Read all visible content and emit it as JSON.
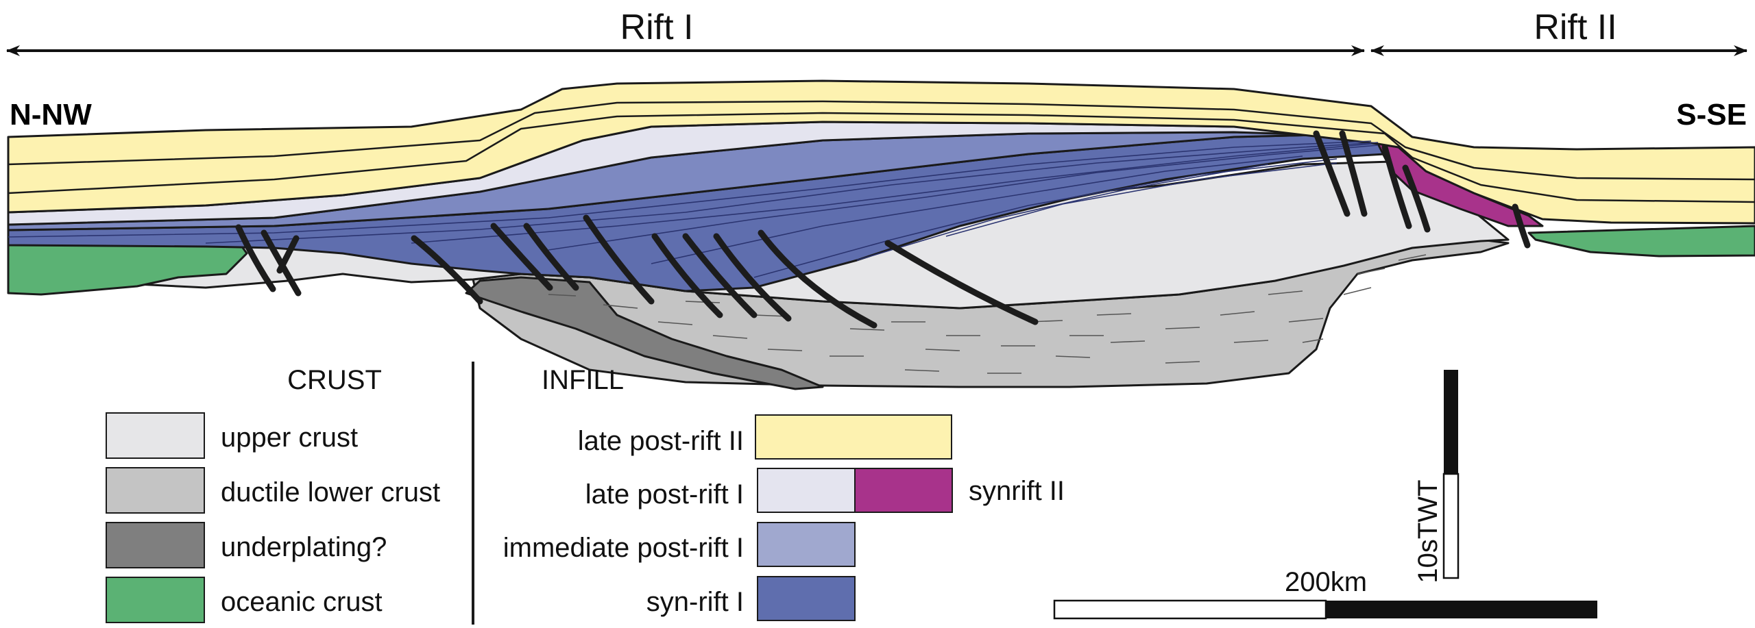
{
  "section": {
    "rift_one_label": "Rift I",
    "rift_two_label": "Rift II",
    "left_direction": "N-NW",
    "right_direction": "S-SE"
  },
  "legend": {
    "crust_heading": "CRUST",
    "infill_heading": "INFILL",
    "crust_items": [
      {
        "label": "upper crust",
        "color": "#e6e6e8"
      },
      {
        "label": "ductile lower crust",
        "color": "#c4c4c4"
      },
      {
        "label": "underplating?",
        "color": "#7f7f7f"
      },
      {
        "label": "oceanic crust",
        "color": "#5bb274"
      }
    ],
    "infill_items": [
      {
        "label": "late post-rift II",
        "color": "#fdf2b0"
      },
      {
        "label": "late post-rift I",
        "color": "#e4e4ef"
      },
      {
        "label": "immediate post-rift I",
        "color": "#a0a8cf"
      },
      {
        "label": "syn-rift I",
        "color": "#5f6eae"
      }
    ],
    "synrift_two": {
      "label": "synrift II",
      "color": "#a8338b"
    }
  },
  "scales": {
    "vertical_label": "10sTWT",
    "horizontal_label": "200km"
  },
  "colors": {
    "outline": "#1a1a1a",
    "fault": "#1c1c1c",
    "mid_post_rift_I": "#7d89c1"
  }
}
